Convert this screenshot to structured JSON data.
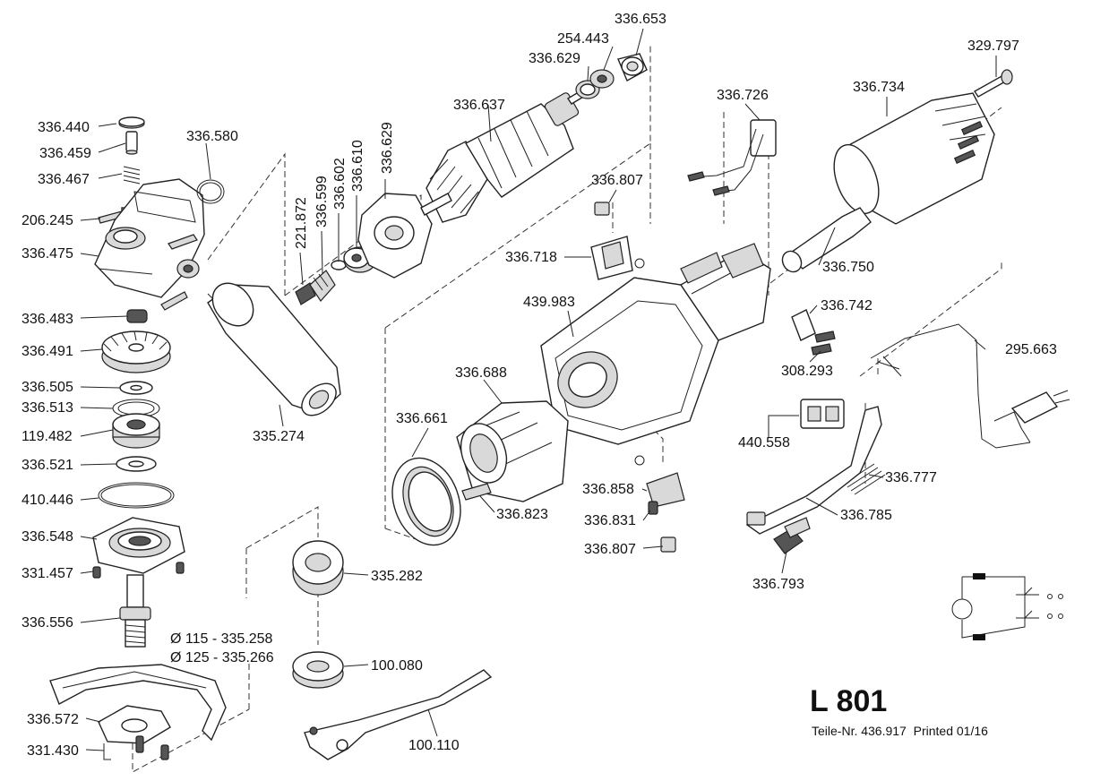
{
  "model": "L 801",
  "footer": "Teile-Nr. 436.917  Printed 01/16",
  "parts": [
    "336.653",
    "254.443",
    "336.629",
    "336.637",
    "329.797",
    "336.734",
    "336.726",
    "336.440",
    "336.459",
    "336.467",
    "206.245",
    "336.475",
    "336.580",
    "221.872",
    "336.599",
    "336.602",
    "336.610",
    "336.629",
    "336.807",
    "336.718",
    "336.750",
    "336.742",
    "439.983",
    "308.293",
    "295.663",
    "336.483",
    "336.491",
    "336.505",
    "336.513",
    "119.482",
    "336.521",
    "410.446",
    "336.548",
    "331.457",
    "336.556",
    "335.274",
    "336.688",
    "336.661",
    "336.823",
    "440.558",
    "336.777",
    "336.858",
    "336.831",
    "336.807",
    "336.785",
    "336.793",
    "335.282",
    "100.080",
    "100.110",
    "336.572",
    "331.430"
  ],
  "guard_options": [
    "Ø 115 - 335.258",
    "Ø 125 - 335.266"
  ]
}
